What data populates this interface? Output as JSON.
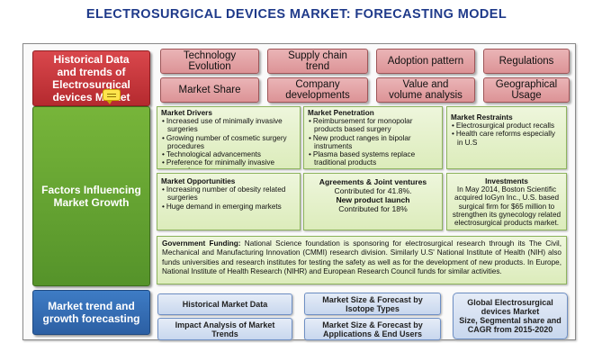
{
  "title": "ELECTROSURGICAL DEVICES MARKET: FORECASTING MODEL",
  "categories": {
    "historical": [
      "Historical Data",
      "and trends of",
      "Electrosurgical",
      "devices Market"
    ],
    "factors": [
      "Factors Influencing",
      "Market Growth"
    ],
    "forecast": [
      "Market trend and",
      "growth forecasting"
    ]
  },
  "historical_items": [
    [
      "Technology",
      "Evolution"
    ],
    [
      "Supply chain",
      "trend"
    ],
    [
      "Adoption pattern"
    ],
    [
      "Regulations"
    ],
    [
      "Market Share"
    ],
    [
      "Company",
      "developments"
    ],
    [
      "Value and",
      "volume analysis"
    ],
    [
      "Geographical",
      "Usage"
    ]
  ],
  "drivers": {
    "heading": "Market Drivers",
    "items": [
      "Increased use of minimally invasive surgeries",
      "Growing number of cosmetic surgery procedures",
      "Technological advancements",
      "Preference for minimally invasive procedures"
    ]
  },
  "penetration": {
    "heading": "Market Penetration",
    "items": [
      "Reimbursement for monopolar products based surgery",
      "New product ranges in bipolar instruments",
      "Plasma based systems replace traditional products"
    ]
  },
  "restraints": {
    "heading": "Market Restraints",
    "items": [
      "Electrosurgical product recalls",
      "Health care reforms especially in U.S"
    ]
  },
  "opportunities": {
    "heading": "Market Opportunities",
    "items": [
      "Increasing number of obesity related surgeries",
      "Huge demand in emerging markets"
    ]
  },
  "agreements": {
    "heading": "Agreements & Joint ventures",
    "heading_tail": "Contributed for 41.8%.",
    "sub_heading": "New product launch",
    "sub_tail": "Contributed for 18%"
  },
  "investments": {
    "heading": "Investments",
    "text": "In May 2014, Boston Scientific acquired IoGyn Inc., U.S. based surgical firm for $65 million to strengthen its gynecology related electrosurgical products market."
  },
  "government": {
    "label": "Government Funding:",
    "text": "National Science foundation is sponsoring for electrosurgical research through its The Civil, Mechanical and Manufacturing Innovation (CMMI) research division. Similarly U.S' National Institute of Health (NIH) also funds universities and research institutes for testing the safety as well as for the development of new products. In Europe, National Institute of Health Research (NIHR) and European Research Council funds for similar activities."
  },
  "forecast_items": {
    "historical_data": [
      "Historical Market Data"
    ],
    "impact": [
      "Impact Analysis of Market",
      "Trends"
    ],
    "isotope": [
      "Market Size & Forecast by",
      "Isotope Types"
    ],
    "applications": [
      "Market Size & Forecast by",
      "Applications & End Users"
    ],
    "global": [
      "Global Electrosurgical",
      "devices Market",
      "Size, Segmental share and",
      "CAGR from 2015-2020"
    ]
  }
}
